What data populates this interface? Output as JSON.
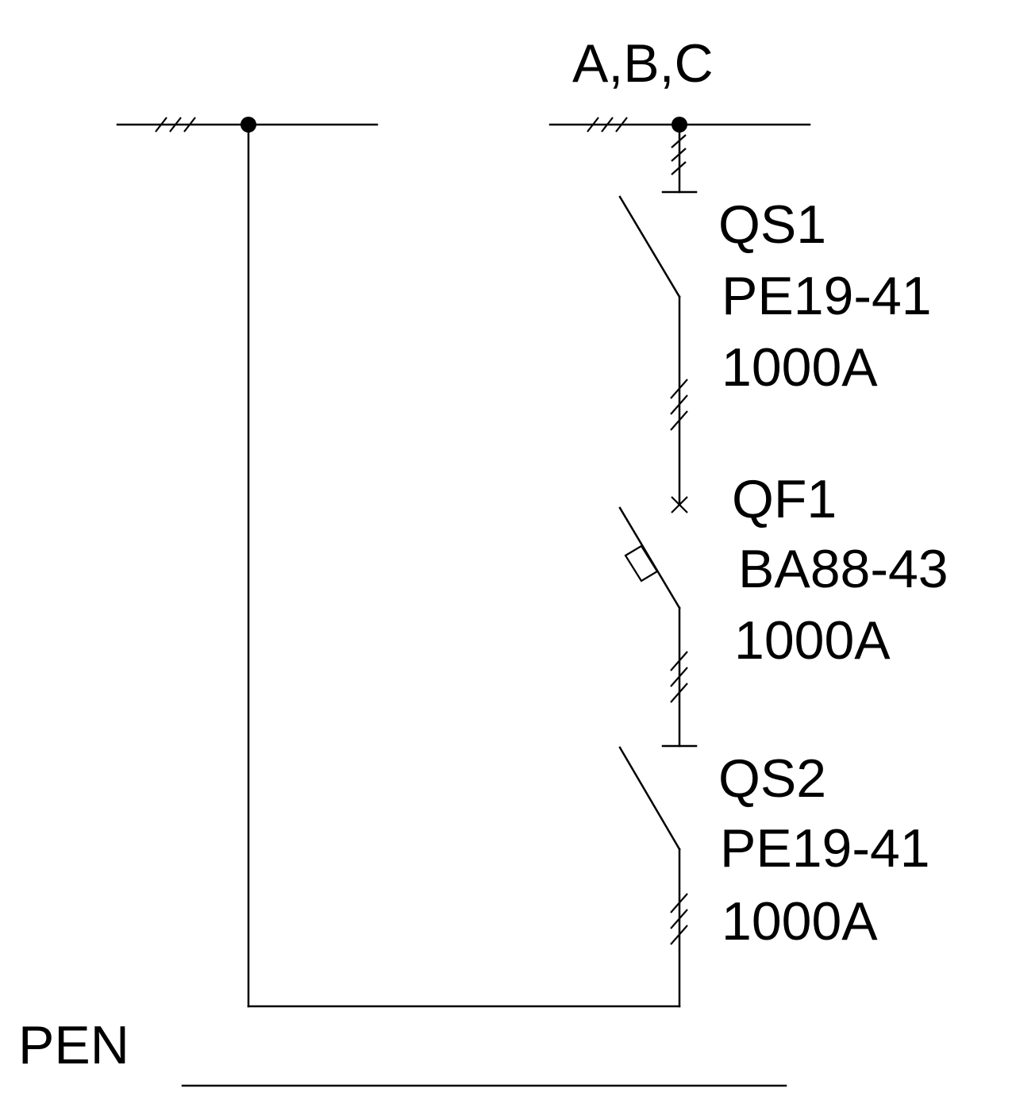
{
  "labels": {
    "phases": "A,B,C",
    "qs1": {
      "name": "QS1",
      "model": "PE19-41",
      "rating": "1000A"
    },
    "qf1": {
      "name": "QF1",
      "model": "BA88-43",
      "rating": "1000A"
    },
    "qs2": {
      "name": "QS2",
      "model": "PE19-41",
      "rating": "1000A"
    },
    "pen": "PEN"
  }
}
